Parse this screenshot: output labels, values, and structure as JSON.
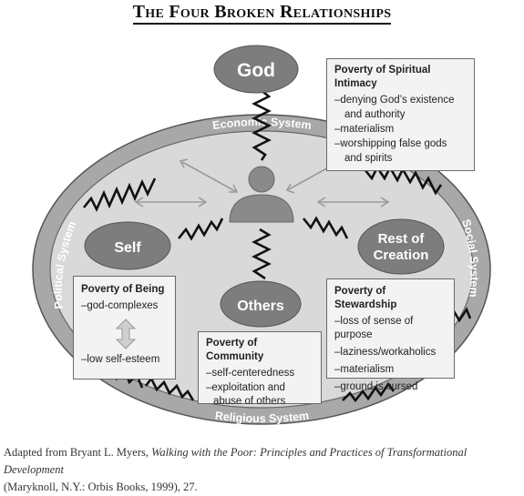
{
  "title": "The Four Broken Relationships",
  "nodes": {
    "god": "God",
    "self": "Self",
    "others": "Others",
    "creation_line1": "Rest of",
    "creation_line2": "Creation"
  },
  "systems": {
    "economic": "Economic System",
    "social": "Social System",
    "religious": "Religious System",
    "political": "Political System"
  },
  "boxes": {
    "spiritual": {
      "heading": "Poverty of Spiritual Intimacy",
      "items": [
        "–denying God’s existence",
        "  and authority",
        "–materialism",
        "–worshipping false gods",
        "  and spirits"
      ]
    },
    "being": {
      "heading": "Poverty of Being",
      "items": [
        "–god-complexes",
        "–low self-esteem"
      ]
    },
    "community": {
      "heading": "Poverty of Community",
      "items": [
        "–self-centeredness",
        "–exploitation and",
        "  abuse of others"
      ]
    },
    "stewardship": {
      "heading": "Poverty of Stewardship",
      "items": [
        "–loss of sense of purpose",
        "–laziness/workaholics",
        "–materialism",
        "–ground is cursed"
      ]
    }
  },
  "caption": {
    "prefix": "Adapted from Bryant L. Myers, ",
    "book": "Walking with the Poor: Principles and Practices of Transformational Development",
    "suffix": "(Maryknoll, N.Y.: Orbis Books, 1999), 27."
  },
  "colors": {
    "ellipse_fill": "#d9d9d9",
    "band": "#a8a8a8",
    "bubble": "#7d7d7d",
    "box_fill": "#f3f3f3",
    "zigzag": "#111111"
  }
}
